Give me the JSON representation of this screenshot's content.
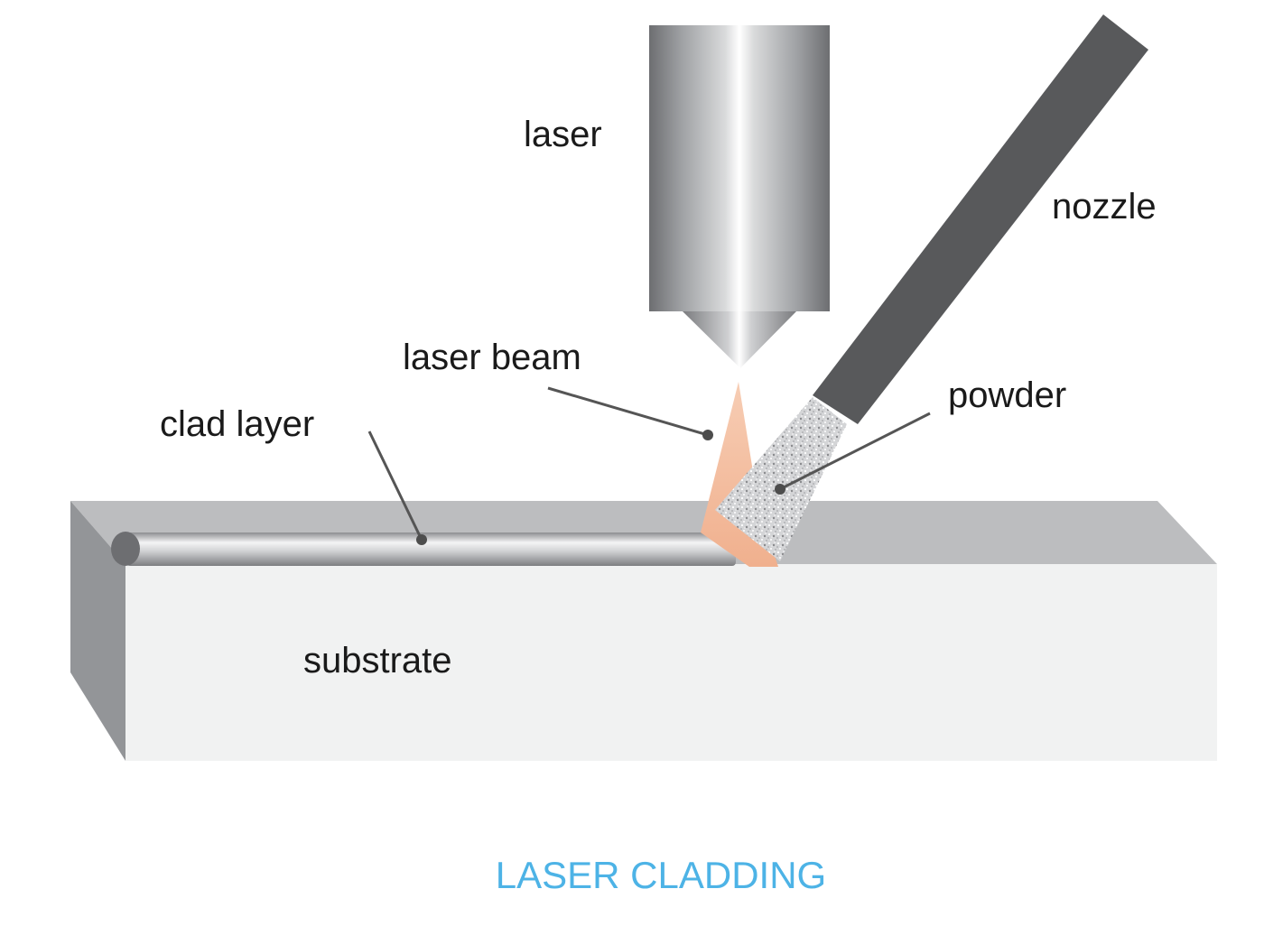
{
  "labels": {
    "laser": "laser",
    "nozzle": "nozzle",
    "laser_beam": "laser beam",
    "powder": "powder",
    "clad_layer": "clad layer",
    "substrate": "substrate"
  },
  "title": "LASER CLADDING",
  "colors": {
    "title": "#4db3e6",
    "substrate_front": "#f1f2f2",
    "substrate_top": "#bcbdbf",
    "substrate_side": "#939598",
    "nozzle": "#58595b",
    "beam": "#f3bfa1",
    "leader": "#555555"
  }
}
